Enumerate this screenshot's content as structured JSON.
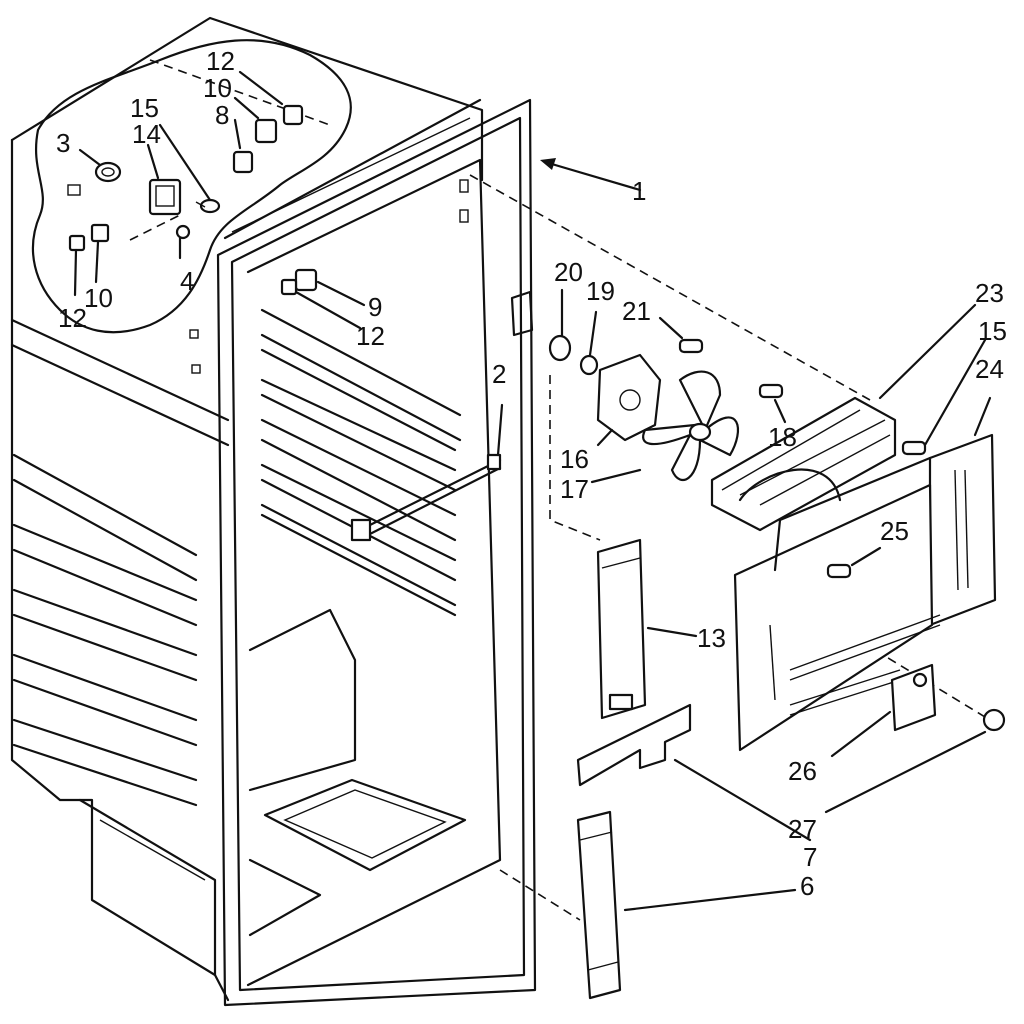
{
  "diagram": {
    "type": "exploded-parts-view",
    "callouts": [
      {
        "id": "c1",
        "text": "1"
      },
      {
        "id": "c2",
        "text": "2"
      },
      {
        "id": "c3",
        "text": "3"
      },
      {
        "id": "c4",
        "text": "4"
      },
      {
        "id": "c6",
        "text": "6"
      },
      {
        "id": "c7",
        "text": "7"
      },
      {
        "id": "c8",
        "text": "8"
      },
      {
        "id": "c9",
        "text": "9"
      },
      {
        "id": "c10a",
        "text": "10"
      },
      {
        "id": "c10b",
        "text": "10"
      },
      {
        "id": "c12a",
        "text": "12"
      },
      {
        "id": "c12b",
        "text": "12"
      },
      {
        "id": "c12c",
        "text": "12"
      },
      {
        "id": "c13",
        "text": "13"
      },
      {
        "id": "c14",
        "text": "14"
      },
      {
        "id": "c15a",
        "text": "15"
      },
      {
        "id": "c15b",
        "text": "15"
      },
      {
        "id": "c16",
        "text": "16"
      },
      {
        "id": "c17",
        "text": "17"
      },
      {
        "id": "c18",
        "text": "18"
      },
      {
        "id": "c19",
        "text": "19"
      },
      {
        "id": "c20",
        "text": "20"
      },
      {
        "id": "c21",
        "text": "21"
      },
      {
        "id": "c23",
        "text": "23"
      },
      {
        "id": "c24",
        "text": "24"
      },
      {
        "id": "c25",
        "text": "25"
      },
      {
        "id": "c26",
        "text": "26"
      },
      {
        "id": "c27",
        "text": "27"
      }
    ]
  }
}
